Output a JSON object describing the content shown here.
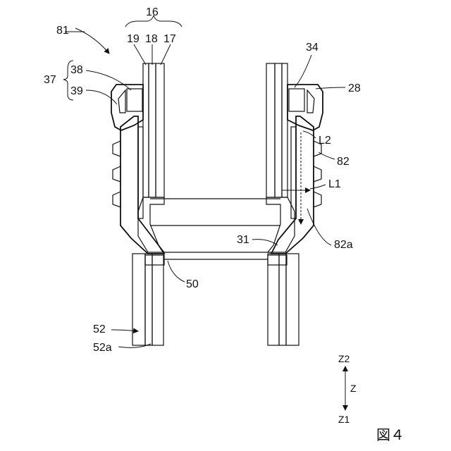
{
  "figure": {
    "caption": "図４",
    "labels": {
      "l81": "81",
      "l16": "16",
      "l19": "19",
      "l18": "18",
      "l17": "17",
      "l34": "34",
      "l37": "37",
      "l38": "38",
      "l39": "39",
      "l28": "28",
      "lL2": "L2",
      "l82": "82",
      "lL1": "L1",
      "l31": "31",
      "l82a": "82a",
      "l50": "50",
      "l52": "52",
      "l52a": "52a"
    },
    "axis": {
      "top": "Z2",
      "middle": "Z",
      "bottom": "Z1"
    }
  },
  "colors": {
    "line": "#111111",
    "background": "#ffffff"
  }
}
